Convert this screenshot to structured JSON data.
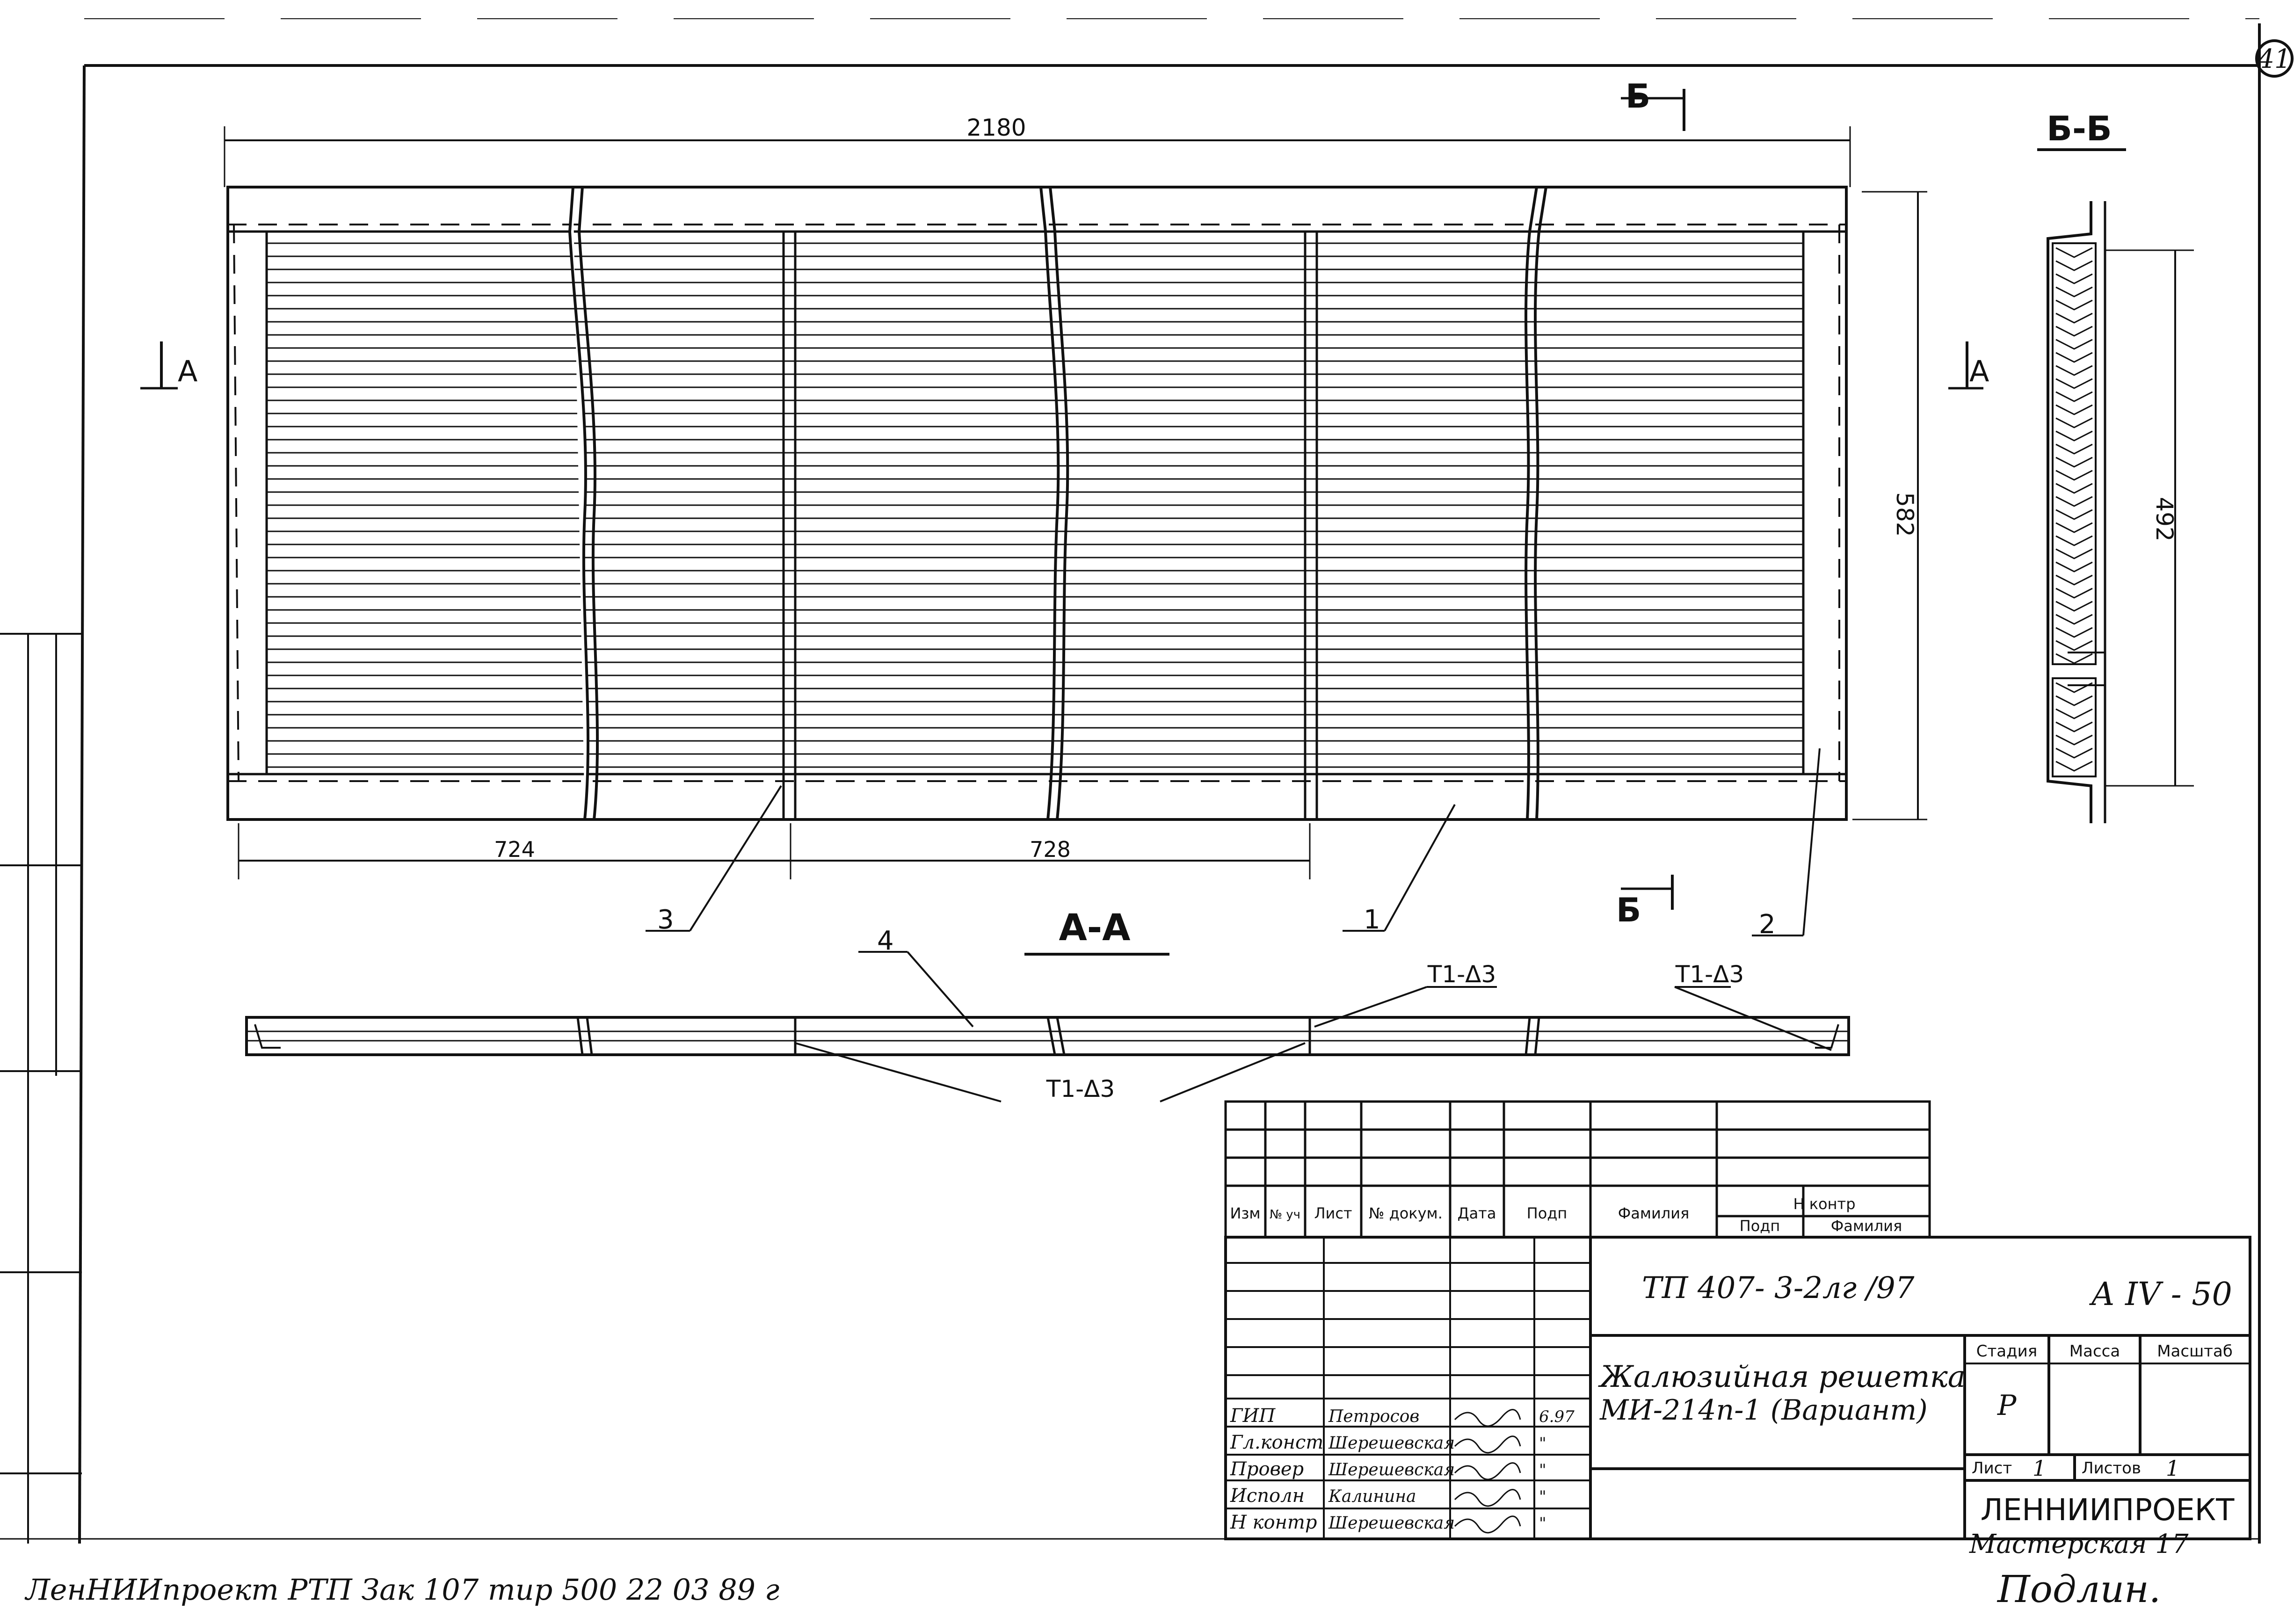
{
  "sheet_corner": "41",
  "dimensions": {
    "overall_width": "2180",
    "height": "582",
    "inner_height": "492",
    "left_span": "724",
    "mid_span": "728"
  },
  "section_marks": {
    "b_top": "Б",
    "b_bottom": "Б",
    "a_left": "А",
    "a_right": "А",
    "bb_title": "Б-Б",
    "aa_title": "А-А"
  },
  "callouts": {
    "c1": "1",
    "c2": "2",
    "c3": "3",
    "c4": "4"
  },
  "weld_notes": {
    "w1": "Т1-Δ3",
    "w2": "Т1-Δ3",
    "w3": "Т1-Δ3"
  },
  "title_block": {
    "headers": {
      "izm": "Изм",
      "n_uch": "№ уч",
      "list": "Лист",
      "n_dokum": "№ докум.",
      "data": "Дата",
      "podp": "Подп",
      "familiya": "Фамилия",
      "n_kontr": "Н контр",
      "podp2": "Подп",
      "familiya2": "Фамилия"
    },
    "doc_code": "ТП  407- 3-2лг /97",
    "sheet_code": "А IV - 50",
    "title_line1": "Жалюзийная решетка",
    "title_line2": "МИ-214п-1 (Вариант)",
    "stadiya_label": "Стадия",
    "massa_label": "Масса",
    "masshtab_label": "Масштаб",
    "stadiya_value": "Р",
    "list_label": "Лист",
    "list_value": "1",
    "listov_label": "Листов",
    "listov_value": "1",
    "organization": "ЛЕННИИПРОЕКТ",
    "workshop": "Мастерская 17",
    "signatures": [
      {
        "role": "ГИП",
        "name": "Петросов",
        "date": "6.97"
      },
      {
        "role": "Гл.конст",
        "name": "Шерешевская",
        "date": "\""
      },
      {
        "role": "Провер",
        "name": "Шерешевская",
        "date": "\""
      },
      {
        "role": "Исполн",
        "name": "Калинина",
        "date": "\""
      },
      {
        "role": "Н контр",
        "name": "Шерешевская",
        "date": "\""
      }
    ]
  },
  "footer": {
    "print_note": "ЛенНИИпроект РТП Зак 107 тир 500 22 03 89 г",
    "handwritten": "Подлин."
  }
}
